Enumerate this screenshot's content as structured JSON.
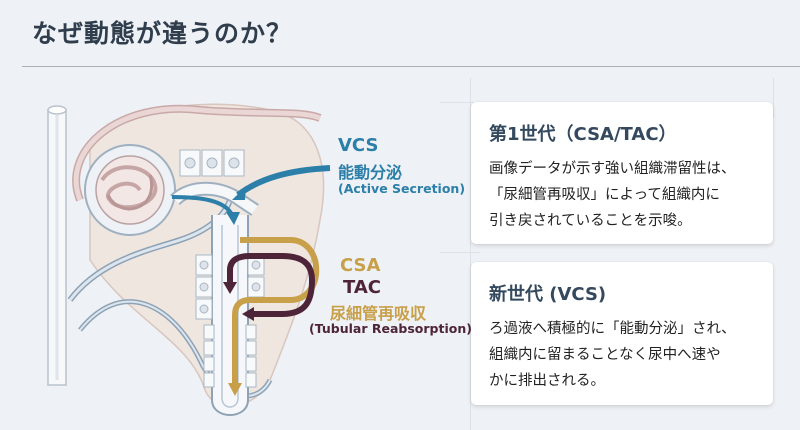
{
  "page": {
    "title": "なぜ動態が違うのか？"
  },
  "diagram": {
    "vcs_label": {
      "name": "VCS",
      "mechanism_jp": "能動分泌",
      "mechanism_en": "(Active Secretion)",
      "color": "#2b7fa8"
    },
    "csa_tac_label": {
      "name_1": "CSA",
      "name_2": "TAC",
      "mechanism_jp": "尿細管再吸収",
      "mechanism_en": "(Tubular Reabsorption)",
      "color_gold": "#c9a04a",
      "color_maroon": "#4e2538"
    }
  },
  "cards": [
    {
      "title": "第1世代（CSA/TAC）",
      "lines": [
        "画像データが示す強い組織滞留性は、",
        "「尿細管再吸収」によって組織内に",
        "引き戻されていることを示唆。"
      ]
    },
    {
      "title": "新世代 (VCS)",
      "lines": [
        "ろ過液へ積極的に「能動分泌」され、",
        "組織内に留まることなく尿中へ速や",
        "かに排出される。"
      ]
    }
  ]
}
